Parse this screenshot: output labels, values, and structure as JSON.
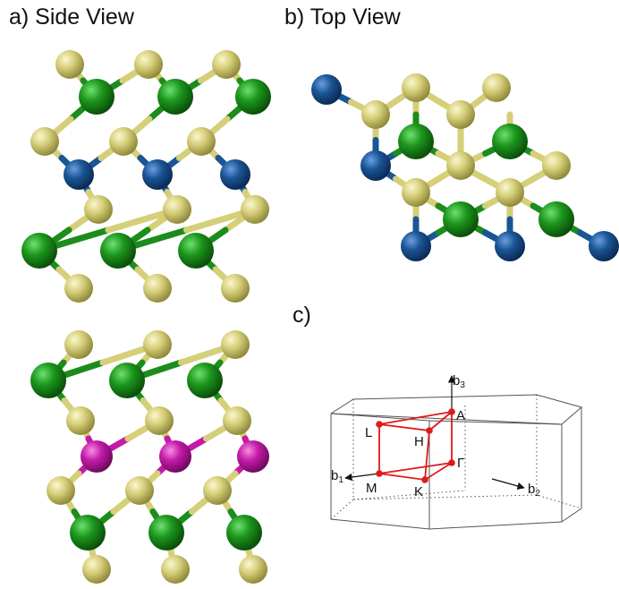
{
  "panels": {
    "a_label": "a) Side View",
    "b_label": "b) Top View",
    "c_label": "c)"
  },
  "colors": {
    "yellow_atom": "#d6cf7a",
    "green_atom": "#1c8c1c",
    "blue_atom": "#1a5595",
    "magenta_atom": "#c41aa8",
    "bz_path": "#e01a1a",
    "box_line": "#555555"
  },
  "brillouin_zone": {
    "points": [
      "A",
      "L",
      "H",
      "Γ",
      "M",
      "K"
    ],
    "axes": {
      "b1": {
        "base": "b",
        "sub": "1"
      },
      "b2": {
        "base": "b",
        "sub": "2"
      },
      "b3": {
        "base": "b",
        "sub": "3"
      }
    }
  }
}
